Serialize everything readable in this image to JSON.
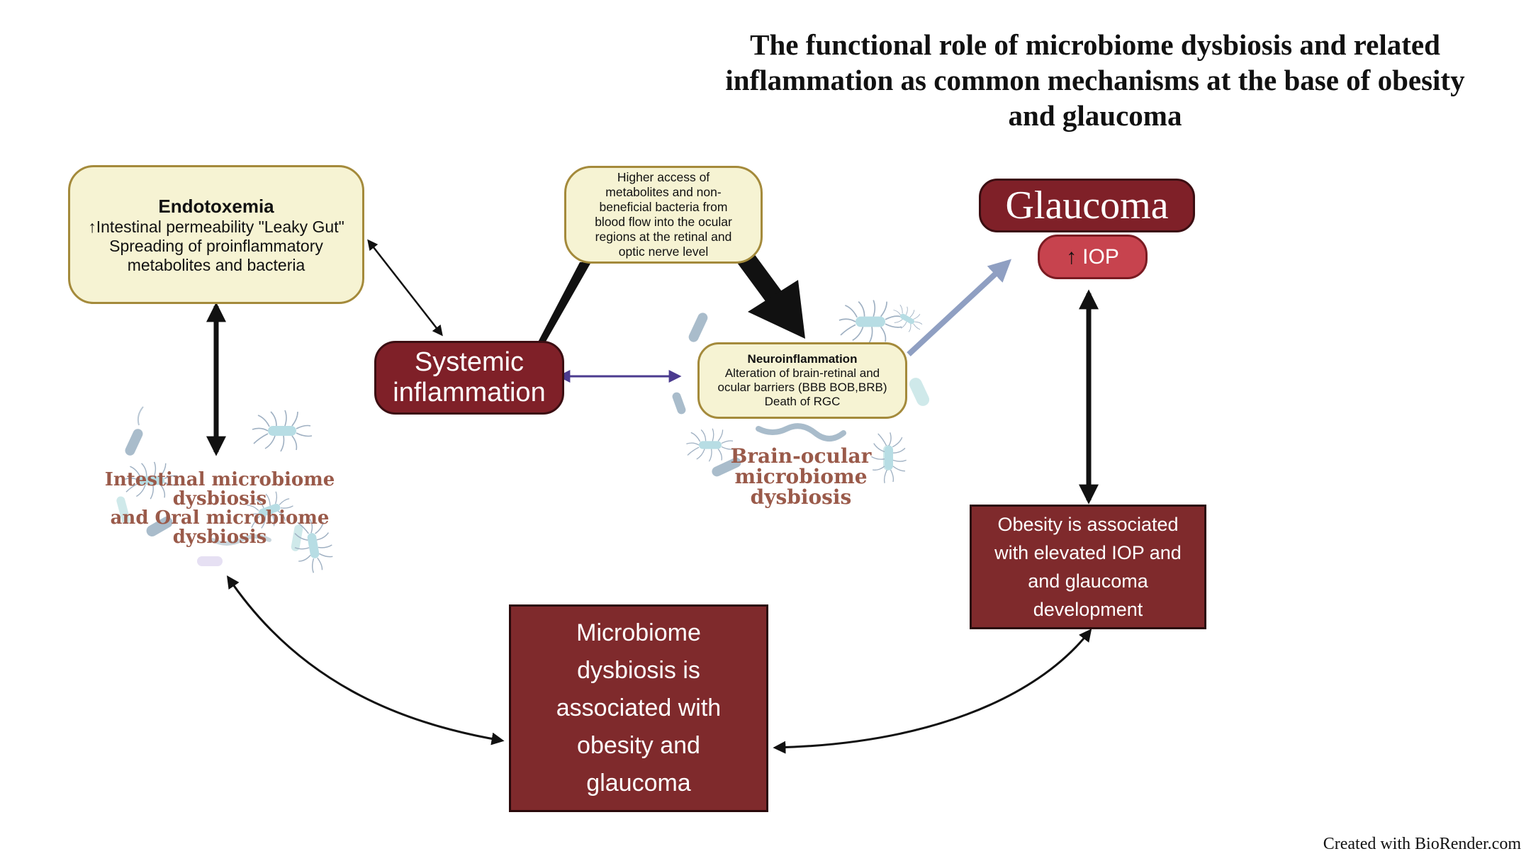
{
  "title": {
    "line1": "The functional role of microbiome dysbiosis and related",
    "line2": "inflammation as common mechanisms at the base of obesity",
    "line3": "and glaucoma"
  },
  "endotoxemia": {
    "heading": "Endotoxemia",
    "arrow_glyph": "↑",
    "line1": "Intestinal permeability \"Leaky Gut\"",
    "line2": "Spreading of proinflammatory",
    "line3": "metabolites and bacteria"
  },
  "access_callout": {
    "line1": "Higher access of",
    "line2": "metabolites and non-",
    "line3": "beneficial bacteria from",
    "line4": "blood flow into the ocular",
    "line5": "regions at the retinal and",
    "line6": "optic nerve level"
  },
  "systemic": {
    "line1": "Systemic",
    "line2": "inflammation"
  },
  "neuro": {
    "heading": "Neuroinflammation",
    "line1": "Alteration of brain-retinal and",
    "line2": "ocular barriers (BBB BOB,BRB)",
    "line3": "Death of RGC"
  },
  "glaucoma": {
    "label": "Glaucoma",
    "iop_arrow_glyph": "↑",
    "iop_label": "IOP"
  },
  "intestinal_label": {
    "line1": "Intestinal microbiome",
    "line2": "dysbiosis",
    "line3": "and Oral microbiome",
    "line4": "dysbiosis"
  },
  "brain_label": {
    "line1": "Brain-ocular",
    "line2": "microbiome",
    "line3": "dysbiosis"
  },
  "obesity_box": {
    "line1": "Obesity is associated",
    "line2": "with elevated IOP and",
    "line3": "and glaucoma",
    "line4": "development"
  },
  "microbiome_box": {
    "line1": "Microbiome",
    "line2": "dysbiosis is",
    "line3": "associated with",
    "line4": "obesity and",
    "line5": "glaucoma"
  },
  "credit": "Created with BioRender.com",
  "colors": {
    "dark_red": "#7f2028",
    "bright_red": "#c7434e",
    "cream": "#f6f3d3",
    "gold_border": "#a48a3b",
    "label_brown": "#9a5a4a",
    "purple_arrow": "#4b3b8f",
    "steel_arrow": "#8f9fc2"
  },
  "icons": [
    "bacteria-icon",
    "arrow-icon"
  ]
}
